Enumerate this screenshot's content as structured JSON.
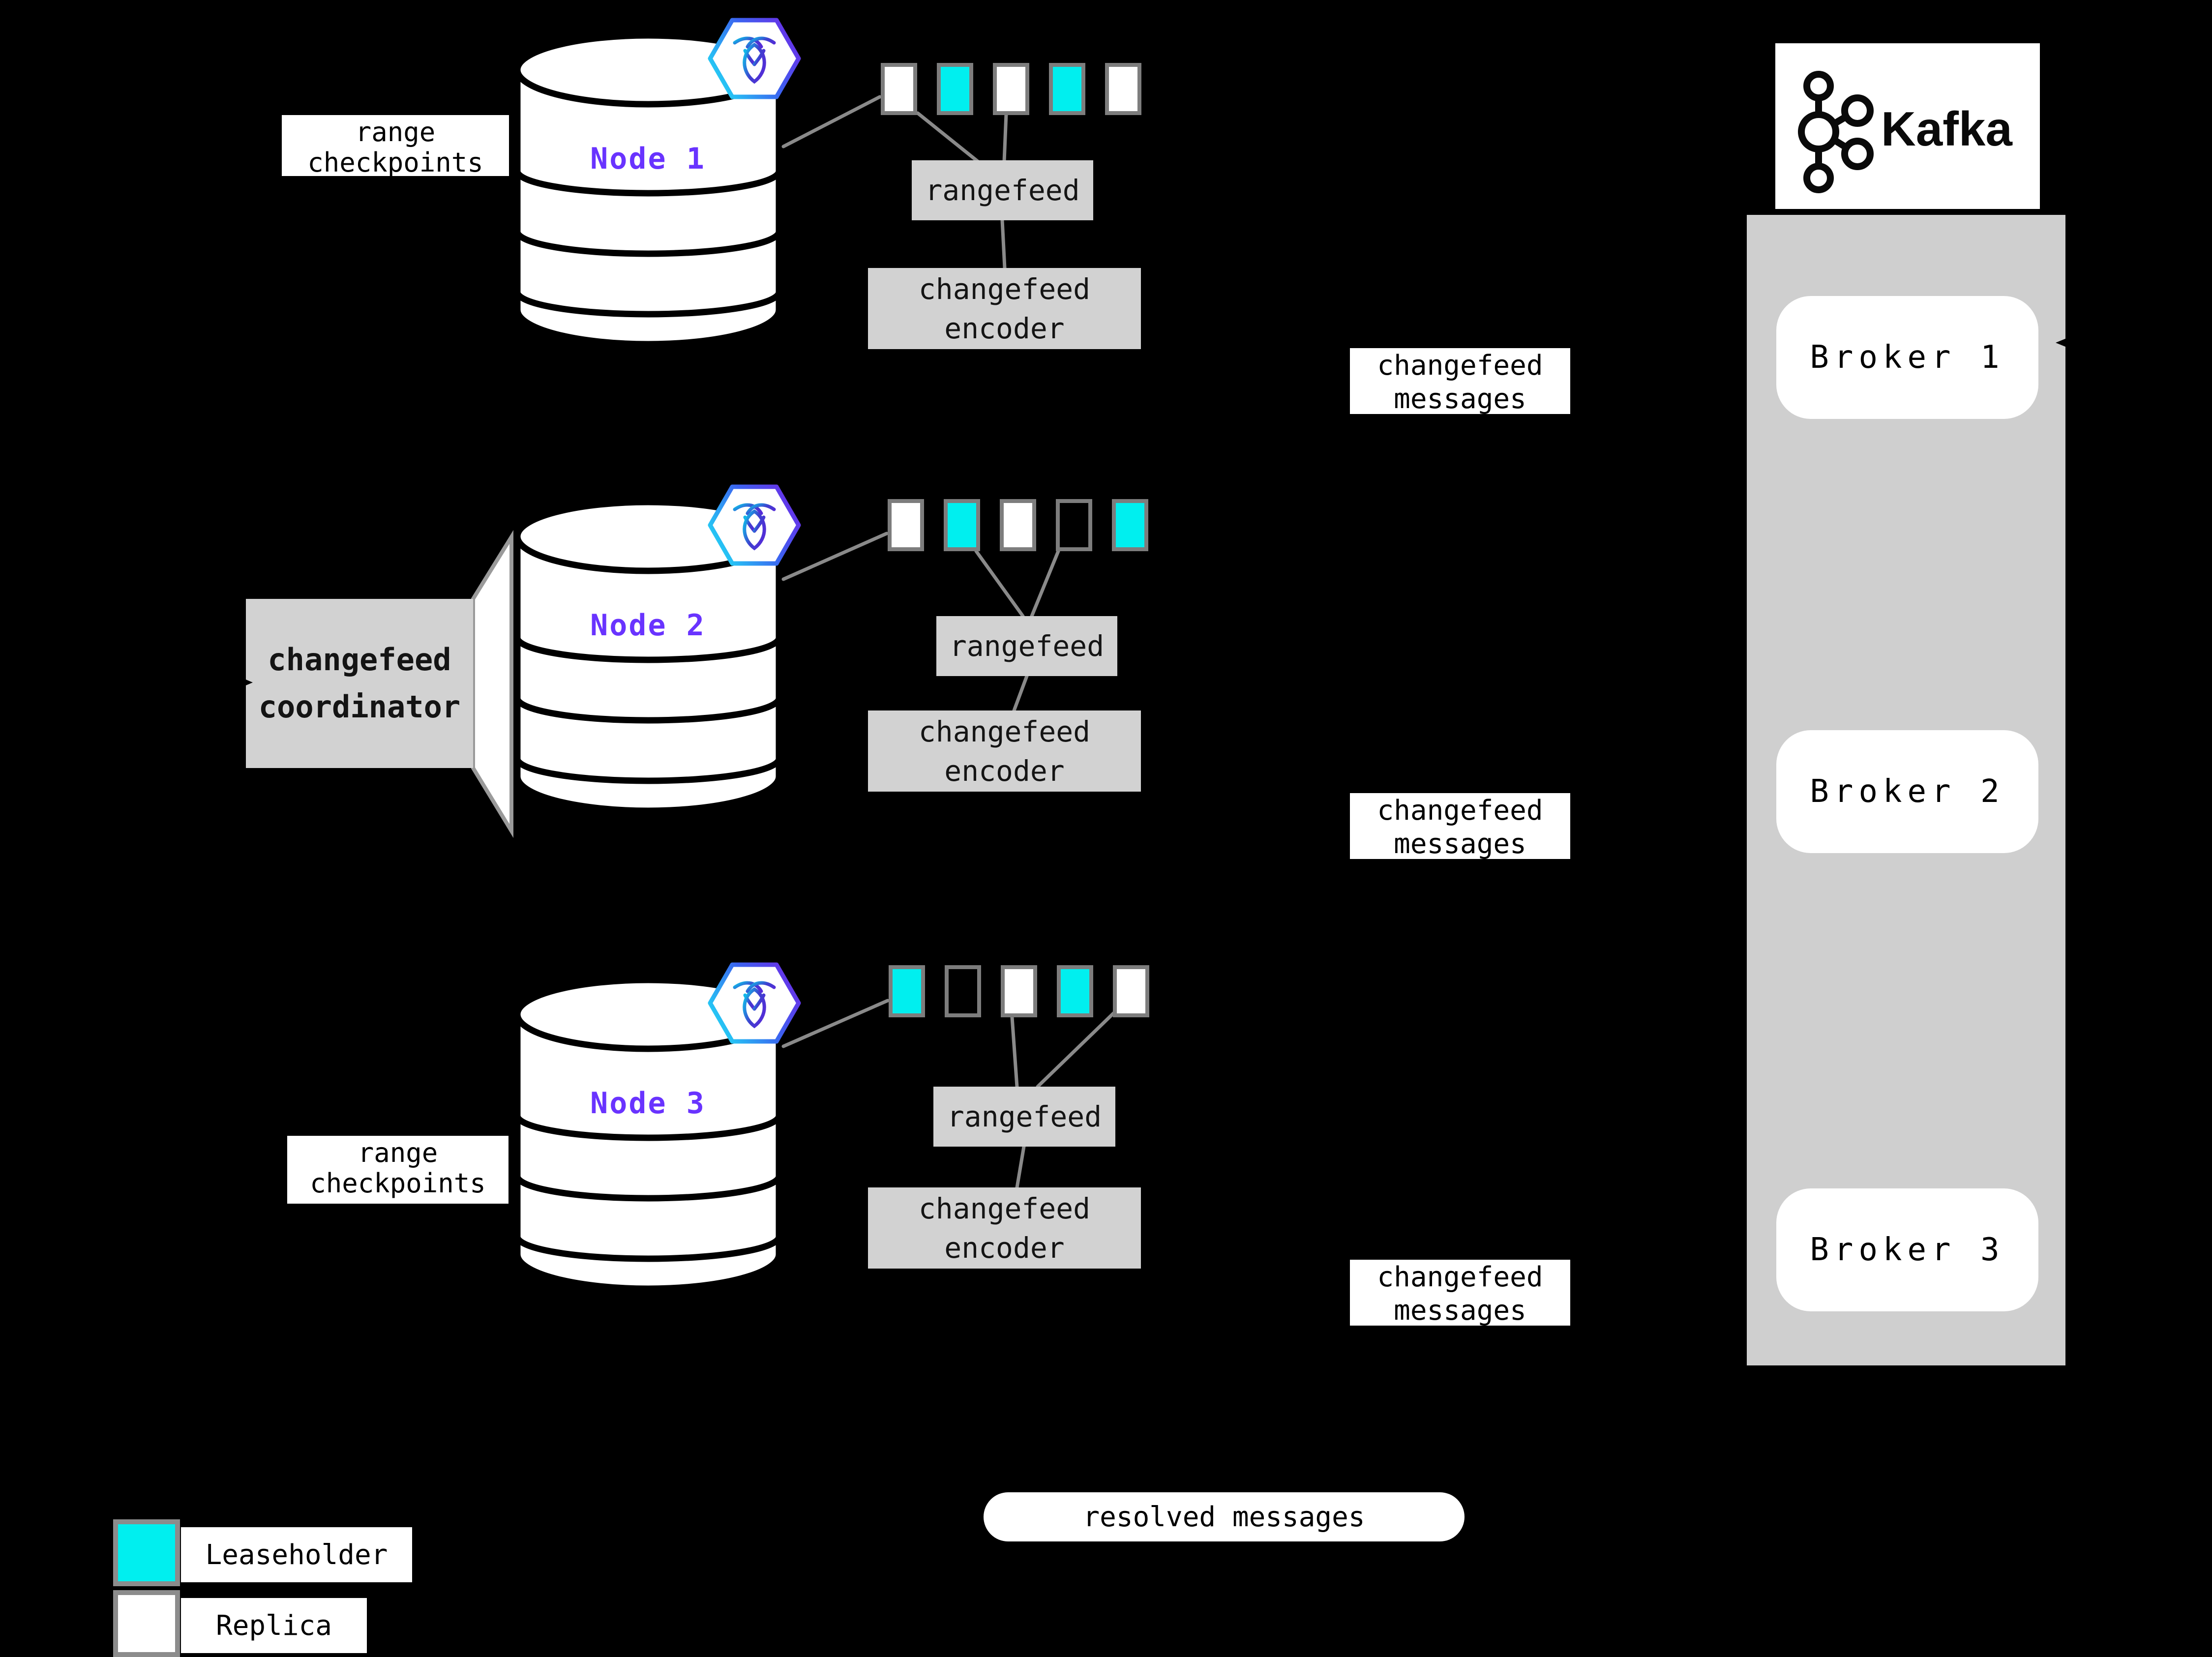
{
  "colors": {
    "background": "#000000",
    "leaseholder_cyan": "#00efef",
    "replica_white": "#ffffff",
    "node_label_purple": "#6933ff",
    "box_gray": "#d2d2d2",
    "kafka_container_gray": "#cfcfcf",
    "connector_gray": "#8a8a8a"
  },
  "checkpoints": [
    {
      "line1": "range",
      "line2": "checkpoints"
    },
    {
      "line1": "range",
      "line2": "checkpoints"
    }
  ],
  "coordinator": {
    "line1": "changefeed",
    "line2": "coordinator"
  },
  "nodes": [
    {
      "label": "Node 1",
      "rangefeed": "rangefeed",
      "encoder_line1": "changefeed",
      "encoder_line2": "encoder",
      "messages_line1": "changefeed",
      "messages_line2": "messages",
      "squares": [
        "replica",
        "leaseholder",
        "replica",
        "leaseholder",
        "replica"
      ]
    },
    {
      "label": "Node 2",
      "rangefeed": "rangefeed",
      "encoder_line1": "changefeed",
      "encoder_line2": "encoder",
      "messages_line1": "changefeed",
      "messages_line2": "messages",
      "squares": [
        "replica",
        "leaseholder",
        "replica",
        "empty",
        "leaseholder"
      ]
    },
    {
      "label": "Node 3",
      "rangefeed": "rangefeed",
      "encoder_line1": "changefeed",
      "encoder_line2": "encoder",
      "messages_line1": "changefeed",
      "messages_line2": "messages",
      "squares": [
        "leaseholder",
        "empty",
        "replica",
        "leaseholder",
        "replica"
      ]
    }
  ],
  "kafka": {
    "wordmark": "Kafka",
    "brokers": [
      {
        "label": "Broker 1"
      },
      {
        "label": "Broker 2"
      },
      {
        "label": "Broker 3"
      }
    ]
  },
  "resolved": {
    "label": "resolved messages"
  },
  "legend": {
    "items": [
      {
        "kind": "leaseholder",
        "label": "Leaseholder"
      },
      {
        "kind": "replica",
        "label": "Replica"
      }
    ]
  }
}
